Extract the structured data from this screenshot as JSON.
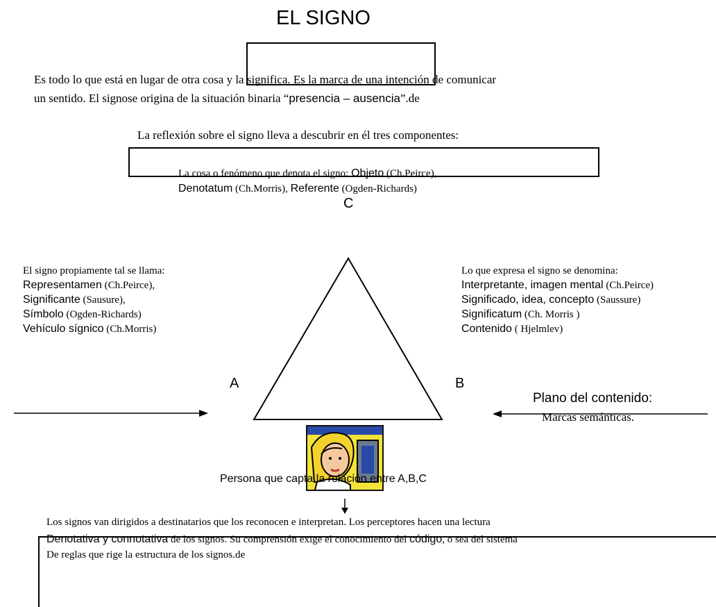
{
  "title": "EL SIGNO",
  "intro": {
    "line1": "Es todo lo que está en lugar de otra cosa y la significa. Es la marca de una intención de comunicar",
    "line2_a": "un sentido. El signose origina de la situación binaria “",
    "line2_b": "presencia – ausencia",
    "line2_c": "”.de"
  },
  "reflection": "La reflexión sobre el signo lleva a descubrir en él tres componentes:",
  "top_box": {
    "line1_a": "La cosa o fenómeno que denota el signo: ",
    "line1_b": "Objeto",
    "line1_c": " (Ch.Peirce),",
    "line2_a": "Denotatum",
    "line2_b": " (Ch.Morris), ",
    "line2_c": "Referente",
    "line2_d": " (Ogden-Richards)"
  },
  "vertices": {
    "c": "C",
    "a": "A",
    "b": "B"
  },
  "left_block": {
    "heading": "El signo propiamente tal se llama:",
    "items": [
      {
        "term": "Representamen",
        "source": " (Ch.Peirce),"
      },
      {
        "term": "Significante",
        "source": " (Sausure),"
      },
      {
        "term": "Símbolo",
        "source": " (Ogden-Richards)"
      },
      {
        "term": "Vehículo sígnico",
        "source": " (Ch.Morris)"
      }
    ]
  },
  "right_block": {
    "heading": "Lo que expresa el signo se denomina:",
    "items": [
      {
        "term": "Interpretante, imagen mental",
        "source": " (Ch.Peirce)"
      },
      {
        "term": "Significado, idea, concepto",
        "source": " (Saussure)"
      },
      {
        "term": "Significatum",
        "source": " (Ch. Morris )"
      },
      {
        "term": "Contenido",
        "source": " ( Hjelmlev)"
      }
    ]
  },
  "plano": {
    "heading": "Plano del contenido:",
    "sub": "Marcas semánticas."
  },
  "person_caption": "Persona que capta la relación entre A,B,C",
  "bottom": {
    "line1": "Los signos van dirigidos a destinatarios que los reconocen e interpretan. Los perceptores hacen una lectura",
    "line2_a": "Denotativa y connotativa",
    "line2_b": " de los signos. Su comprensión exige el conocimiento del ",
    "line2_c": "código",
    "line2_d": ", o sea del sistema",
    "line3": "De reglas que rige la estructura de los signos.de"
  },
  "icons": {
    "person": "person-at-computer-clipart-icon"
  },
  "colors": {
    "line": "#000000",
    "clip_bg": "#f3e23a",
    "clip_face": "#f5c9a0",
    "clip_hair": "#f2d22b",
    "clip_blue": "#2a4aa8"
  }
}
